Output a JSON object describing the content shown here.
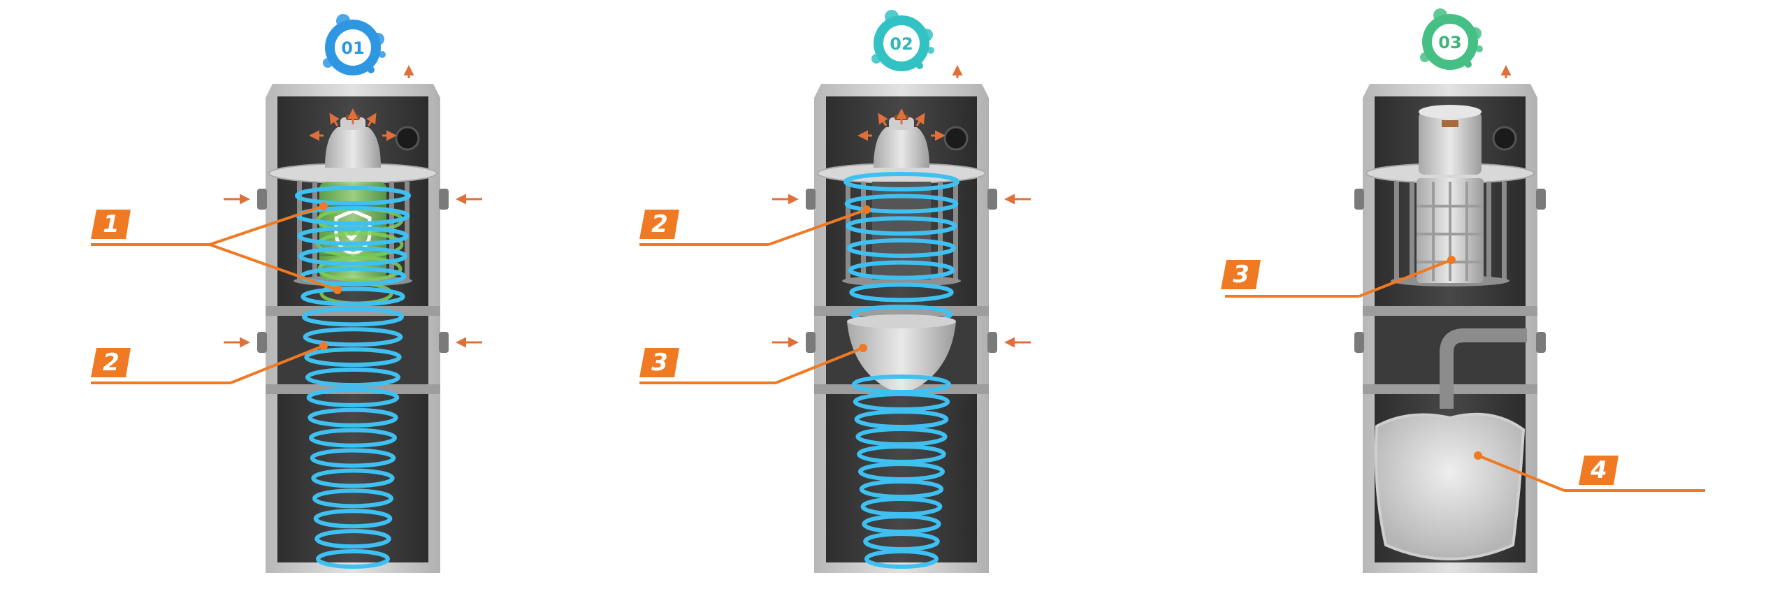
{
  "panels": [
    {
      "badge": "01",
      "badge_color": "#2f97e2",
      "badge_text_color": "#2f97e2"
    },
    {
      "badge": "02",
      "badge_color": "#33c2c4",
      "badge_text_color": "#2fb7b9"
    },
    {
      "badge": "03",
      "badge_color": "#45bf84",
      "badge_text_color": "#3fb57a"
    }
  ],
  "callouts": {
    "p1_filter": "1",
    "p1_cyclone": "2",
    "p2_cyclone": "2",
    "p2_cone": "3",
    "p3_cartridge": "3",
    "p3_bag": "4"
  },
  "colors": {
    "accent": "#f07a24",
    "housing_frame": "#c9c9c9",
    "housing_interior": "#3a3a3a",
    "airflow": "#3ec1f2",
    "filter_green": "#7fcf5a"
  },
  "icons": {
    "shield": "shield-check-icon",
    "arrow": "airflow-arrow-icon"
  }
}
